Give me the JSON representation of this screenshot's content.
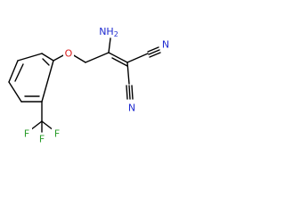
{
  "molecule": {
    "atoms": {
      "amino": "NH",
      "amino_sub": "2",
      "oxygen": "O",
      "nitrile_1": "N",
      "nitrile_2": "N",
      "fluorine_1": "F",
      "fluorine_2": "F",
      "fluorine_3": "F"
    }
  },
  "colors": {
    "bond": "#000000",
    "nitrogen": "#1f2bd0",
    "oxygen": "#d81c1c",
    "fluorine": "#2a9c2a",
    "background": "#ffffff"
  }
}
